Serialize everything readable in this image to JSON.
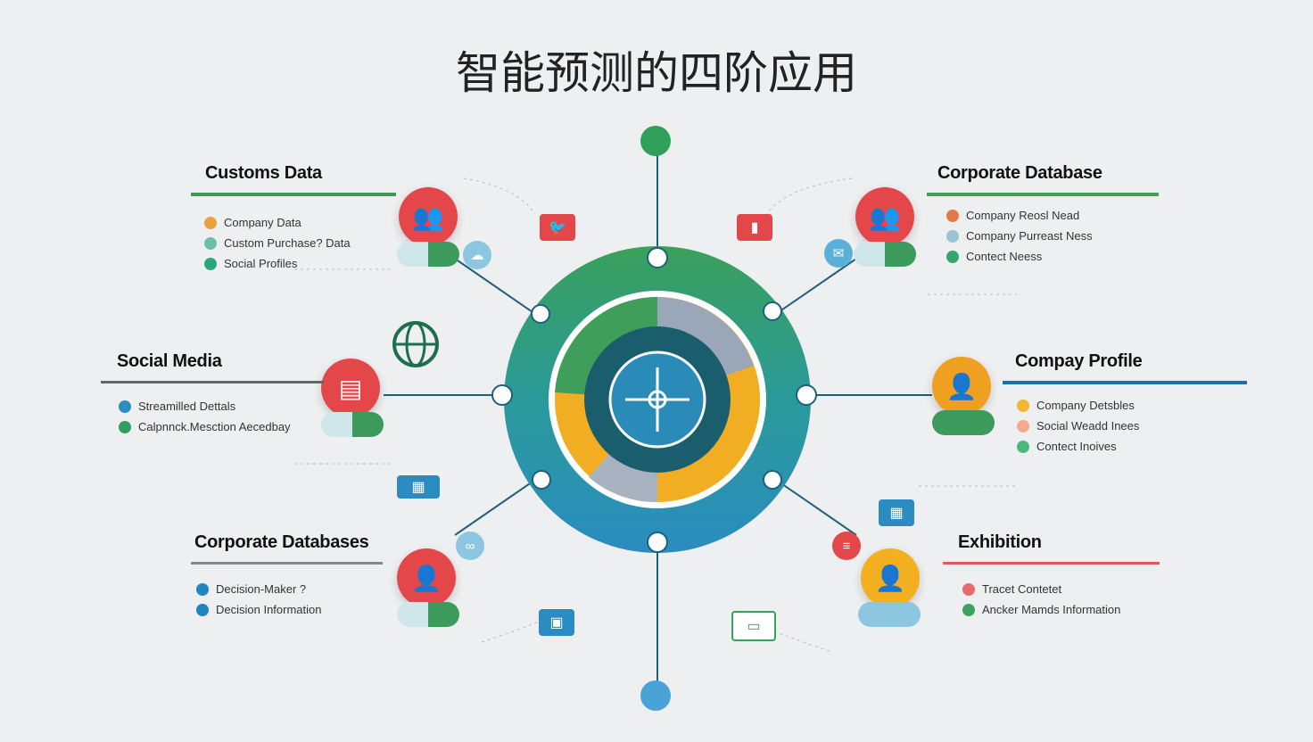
{
  "title": "智能预测的四阶应用",
  "sections": {
    "customs": {
      "title": "Customs Data",
      "color": "#3a9b55",
      "items": [
        {
          "label": "Company Data",
          "color": "#e8a33a"
        },
        {
          "label": "Custom Purchase? Data",
          "color": "#6cc0a8"
        },
        {
          "label": "Social Profiles",
          "color": "#2aa77a"
        }
      ]
    },
    "social": {
      "title": "Social Media",
      "color": "#666666",
      "items": [
        {
          "label": "Streamilled Dettals",
          "color": "#2a8fc0"
        },
        {
          "label": "Calpnnck.Mesction Aecedbay",
          "color": "#2f9e5e"
        }
      ]
    },
    "corpdbs": {
      "title": "Corporate Databases",
      "color": "#888888",
      "items": [
        {
          "label": "Decision-Maker ?",
          "color": "#1f86c0"
        },
        {
          "label": "Decision Information",
          "color": "#1f86c0"
        }
      ]
    },
    "corpdb": {
      "title": "Corporate Database",
      "color": "#3ea257",
      "items": [
        {
          "label": "Company Reosl Nead",
          "color": "#e07a4a"
        },
        {
          "label": "Company Purreast Ness",
          "color": "#9cc3d4"
        },
        {
          "label": "Contect Neess",
          "color": "#34a66e"
        }
      ]
    },
    "profile": {
      "title": "Compay Profile",
      "color": "#1f6fa5",
      "items": [
        {
          "label": "Company Detsbles",
          "color": "#f2b632"
        },
        {
          "label": "Social Weadd Inees",
          "color": "#f6a98e"
        },
        {
          "label": "Contect Inoives",
          "color": "#4bb87a"
        }
      ]
    },
    "exhibition": {
      "title": "Exhibition",
      "color": "#e05a5a",
      "items": [
        {
          "label": "Tracet Contetet",
          "color": "#e86a6a"
        },
        {
          "label": "Ancker Mamds Information",
          "color": "#3da360"
        }
      ]
    }
  },
  "colors": {
    "red": "#e4474a",
    "orange": "#f0a020",
    "green": "#3aa05a",
    "blue": "#2a8cc0",
    "teal": "#1a5e6e"
  }
}
